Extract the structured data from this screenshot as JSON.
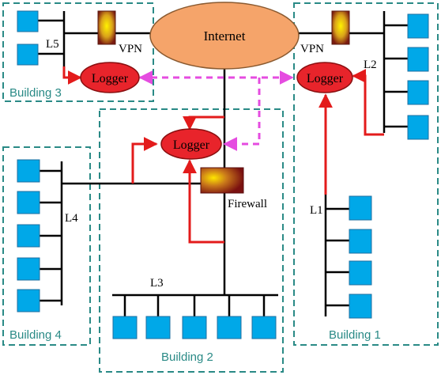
{
  "colors": {
    "node_fill": "#00a8e8",
    "node_stroke": "#1f6fa0",
    "building_border": "#2a8a86",
    "logger_fill": "#e8242b",
    "internet_fill": "#f5a46a",
    "red_link": "#e31b1b",
    "dashed_link": "#e54ce0",
    "wire": "#000000"
  },
  "internet": {
    "label": "Internet"
  },
  "firewall": {
    "label": "Firewall"
  },
  "vpn": {
    "left_label": "VPN",
    "right_label": "VPN"
  },
  "loggers": {
    "b3": "Logger",
    "b2": "Logger",
    "b1": "Logger"
  },
  "links": {
    "l1": "L1",
    "l2": "L2",
    "l3": "L3",
    "l4": "L4",
    "l5": "L5"
  },
  "buildings": {
    "b1": "Building 1",
    "b2": "Building 2",
    "b3": "Building 3",
    "b4": "Building 4"
  }
}
